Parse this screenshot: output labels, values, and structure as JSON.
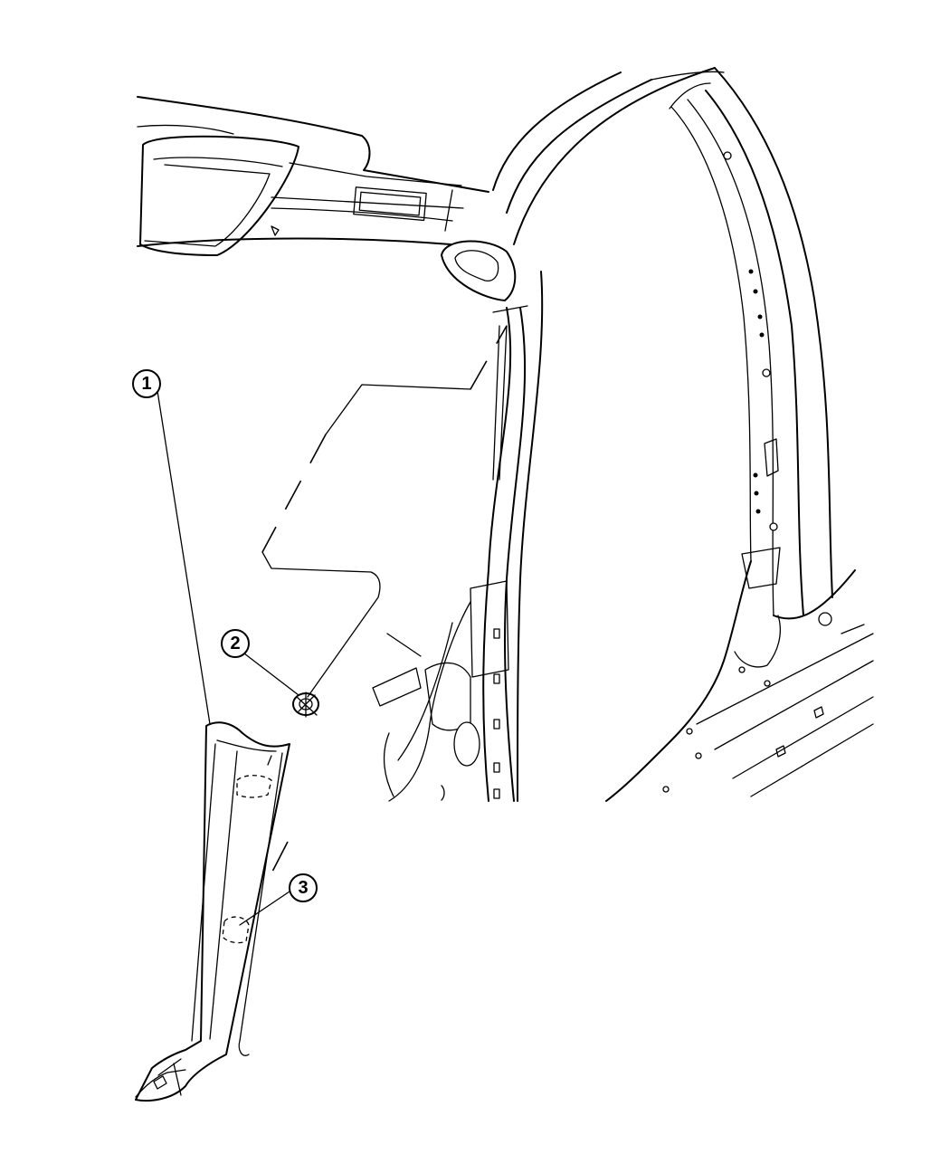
{
  "callouts": [
    {
      "number": "1",
      "part": "pillar-trim-panel"
    },
    {
      "number": "2",
      "part": "clip"
    },
    {
      "number": "3",
      "part": "retainer"
    }
  ],
  "colors": {
    "line": "#000000",
    "background": "#ffffff"
  }
}
